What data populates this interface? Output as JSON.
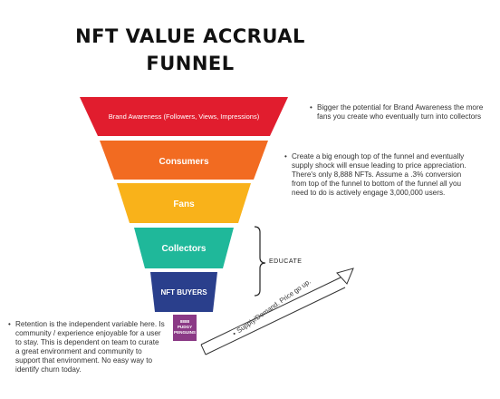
{
  "title": {
    "line1": "NFT VALUE ACCRUAL",
    "line2": "FUNNEL"
  },
  "funnel": {
    "levels": [
      {
        "label": "Brand Awareness (Followers, Views, Impressions)",
        "color": "#e11d2e"
      },
      {
        "label": "Consumers",
        "color": "#f26b21"
      },
      {
        "label": "Fans",
        "color": "#f9b21a"
      },
      {
        "label": "Collectors",
        "color": "#1fb89a"
      },
      {
        "label": "NFT BUYERS",
        "color": "#2a3f8c"
      },
      {
        "label_lines": [
          "8888",
          "PUDGY",
          "PENGUINS"
        ],
        "color": "#8b3a86"
      }
    ]
  },
  "notes": {
    "brand_awareness": "Bigger the potential for Brand Awareness the more fans you create who eventually turn into collectors",
    "top_of_funnel": "Create a big enough top of the funnel and eventually supply shock will ensue leading to price appreciation. There's only 8,888 NFTs. Assume a .3% conversion from top of the funnel to bottom of the funnel all you need to do is actively engage 3,000,000 users.",
    "retention": "Retention is the independent variable here. Is community / experience enjoyable for a user to stay. This is dependent on team to curate a great environment and community to support that environment. No easy way to identify churn today."
  },
  "educate_label": "EDUCATE",
  "supply_demand_label": "Supply/Demand. Price go up.",
  "bullet": "•"
}
